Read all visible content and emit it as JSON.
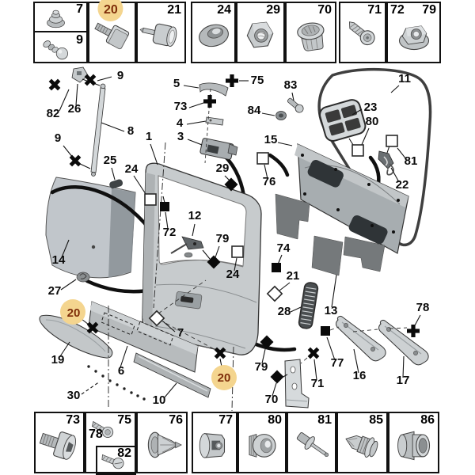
{
  "boxes": {
    "top": {
      "p7": "7",
      "p9": "9",
      "p20": "20",
      "p21": "21",
      "p24": "24",
      "p29": "29",
      "p70": "70",
      "p71": "71",
      "p72": "72",
      "p79": "79"
    },
    "bottom": {
      "p73": "73",
      "p75": "75",
      "p78": "78",
      "p82": "82",
      "p76": "76",
      "p77": "77",
      "p80": "80",
      "p81": "81",
      "p85": "85",
      "p86": "86"
    }
  },
  "icons": {
    "p7": "grommet-plug-icon",
    "p9": "ball-stud-icon",
    "p20": "square-head-bolt-icon",
    "p21": "pivot-pin-icon",
    "p24": "oval-grommet-icon",
    "p29": "hex-nut-icon",
    "p70": "oval-plug-icon",
    "p71": "torx-screw-icon",
    "p72": "flange-nut-icon",
    "p73": "socket-head-bolt-icon",
    "p75": "pan-head-screw-icon",
    "p82": "pan-head-screw-icon",
    "p76": "push-pin-clip-icon",
    "p77": "clip-nut-icon",
    "p80": "cap-plug-icon",
    "p81": "blind-rivet-icon",
    "p85": "expansion-clip-icon",
    "p86": "bushing-grommet-icon"
  },
  "highlight": {
    "color": "#f4d58f",
    "text_color": "#7e2d09",
    "highlighted_part": "20"
  },
  "callouts": {
    "c1": "1",
    "c3": "3",
    "c4": "4",
    "c5": "5",
    "c6": "6",
    "c7": "7",
    "c8": "8",
    "c9a": "9",
    "c9b": "9",
    "c10": "10",
    "c11": "11",
    "c12": "12",
    "c13": "13",
    "c14": "14",
    "c15": "15",
    "c16": "16",
    "c17": "17",
    "c19": "19",
    "c20a": "20",
    "c20b": "20",
    "c21": "21",
    "c22": "22",
    "c23": "23",
    "c24a": "24",
    "c24b": "24",
    "c25": "25",
    "c26": "26",
    "c27": "27",
    "c28": "28",
    "c29": "29",
    "c30": "30",
    "c70": "70",
    "c71": "71",
    "c72": "72",
    "c73": "73",
    "c74": "74",
    "c75": "75",
    "c76": "76",
    "c77": "77",
    "c78": "78",
    "c79a": "79",
    "c79b": "79",
    "c80": "80",
    "c81": "81",
    "c82": "82",
    "c83": "83",
    "c84": "84"
  }
}
